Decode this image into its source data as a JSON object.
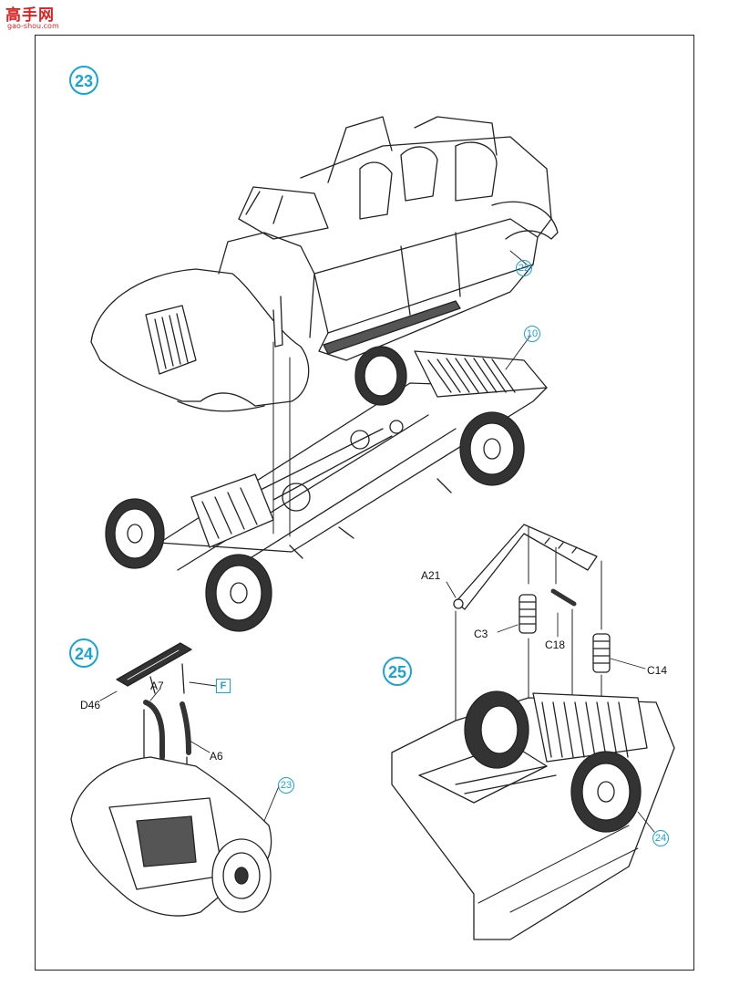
{
  "watermark": {
    "title": "高手网",
    "url": "gao-shou.com"
  },
  "steps": {
    "s23": "23",
    "s24": "24",
    "s25": "25"
  },
  "refs": {
    "r22": "22",
    "r10": "10",
    "r23": "23",
    "r24": "24"
  },
  "parts": {
    "a21": "A21",
    "c3": "C3",
    "c18": "C18",
    "c14": "C14",
    "d46": "D46",
    "a7": "A7",
    "a6": "A6",
    "f": "F"
  },
  "colors": {
    "accent": "#1aa3d6",
    "line": "#222222",
    "watermark": "#dd2222"
  }
}
